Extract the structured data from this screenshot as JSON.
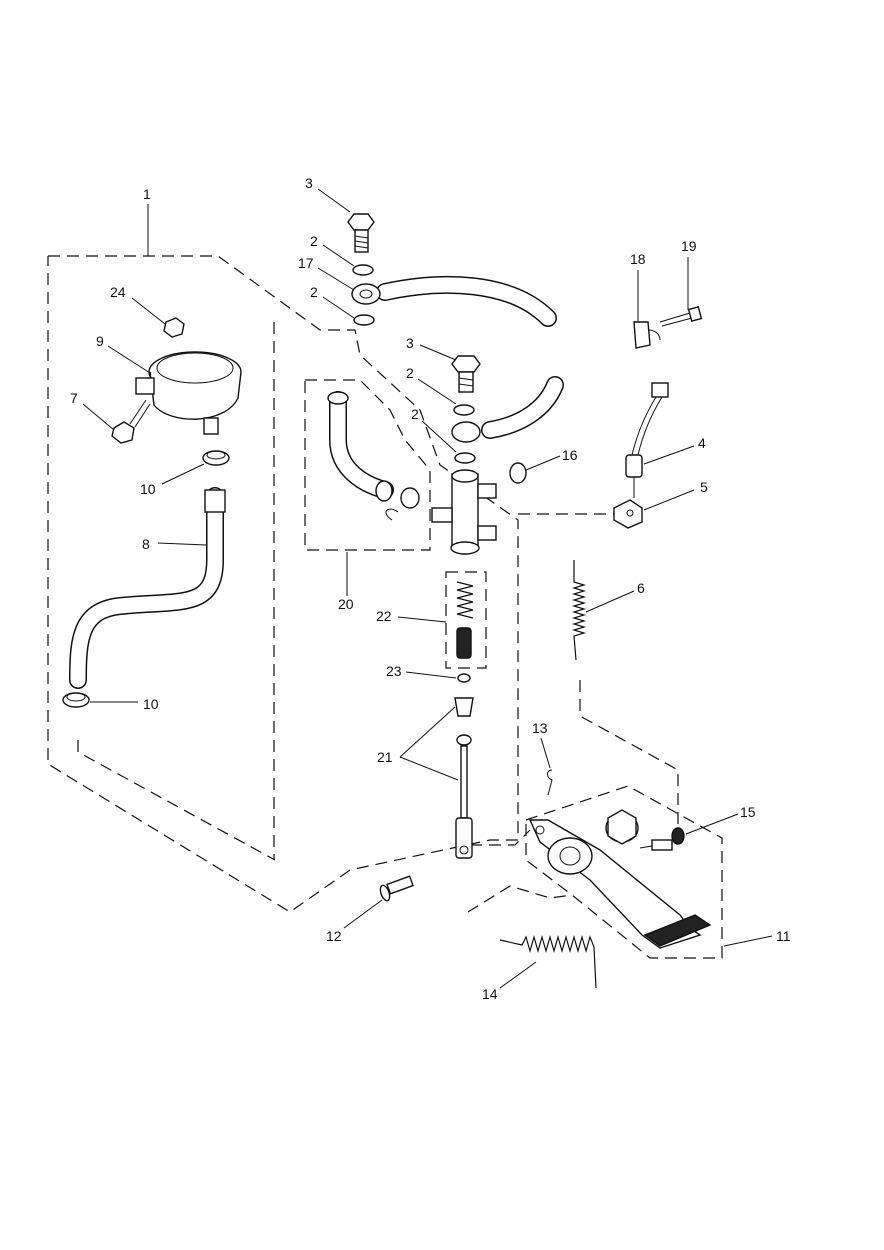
{
  "diagram": {
    "callouts": [
      {
        "id": "c1",
        "text": "1"
      },
      {
        "id": "c3a",
        "text": "3"
      },
      {
        "id": "c2a",
        "text": "2"
      },
      {
        "id": "c17",
        "text": "17"
      },
      {
        "id": "c2b",
        "text": "2"
      },
      {
        "id": "c24",
        "text": "24"
      },
      {
        "id": "c9",
        "text": "9"
      },
      {
        "id": "c7",
        "text": "7"
      },
      {
        "id": "c10a",
        "text": "10"
      },
      {
        "id": "c8",
        "text": "8"
      },
      {
        "id": "c10b",
        "text": "10"
      },
      {
        "id": "c3b",
        "text": "3"
      },
      {
        "id": "c2c",
        "text": "2"
      },
      {
        "id": "c2d",
        "text": "2"
      },
      {
        "id": "c16",
        "text": "16"
      },
      {
        "id": "c18",
        "text": "18"
      },
      {
        "id": "c19",
        "text": "19"
      },
      {
        "id": "c4",
        "text": "4"
      },
      {
        "id": "c5",
        "text": "5"
      },
      {
        "id": "c6",
        "text": "6"
      },
      {
        "id": "c20",
        "text": "20"
      },
      {
        "id": "c22",
        "text": "22"
      },
      {
        "id": "c23",
        "text": "23"
      },
      {
        "id": "c21",
        "text": "21"
      },
      {
        "id": "c13",
        "text": "13"
      },
      {
        "id": "c15",
        "text": "15"
      },
      {
        "id": "c12",
        "text": "12"
      },
      {
        "id": "c11",
        "text": "11"
      },
      {
        "id": "c14",
        "text": "14"
      }
    ]
  }
}
